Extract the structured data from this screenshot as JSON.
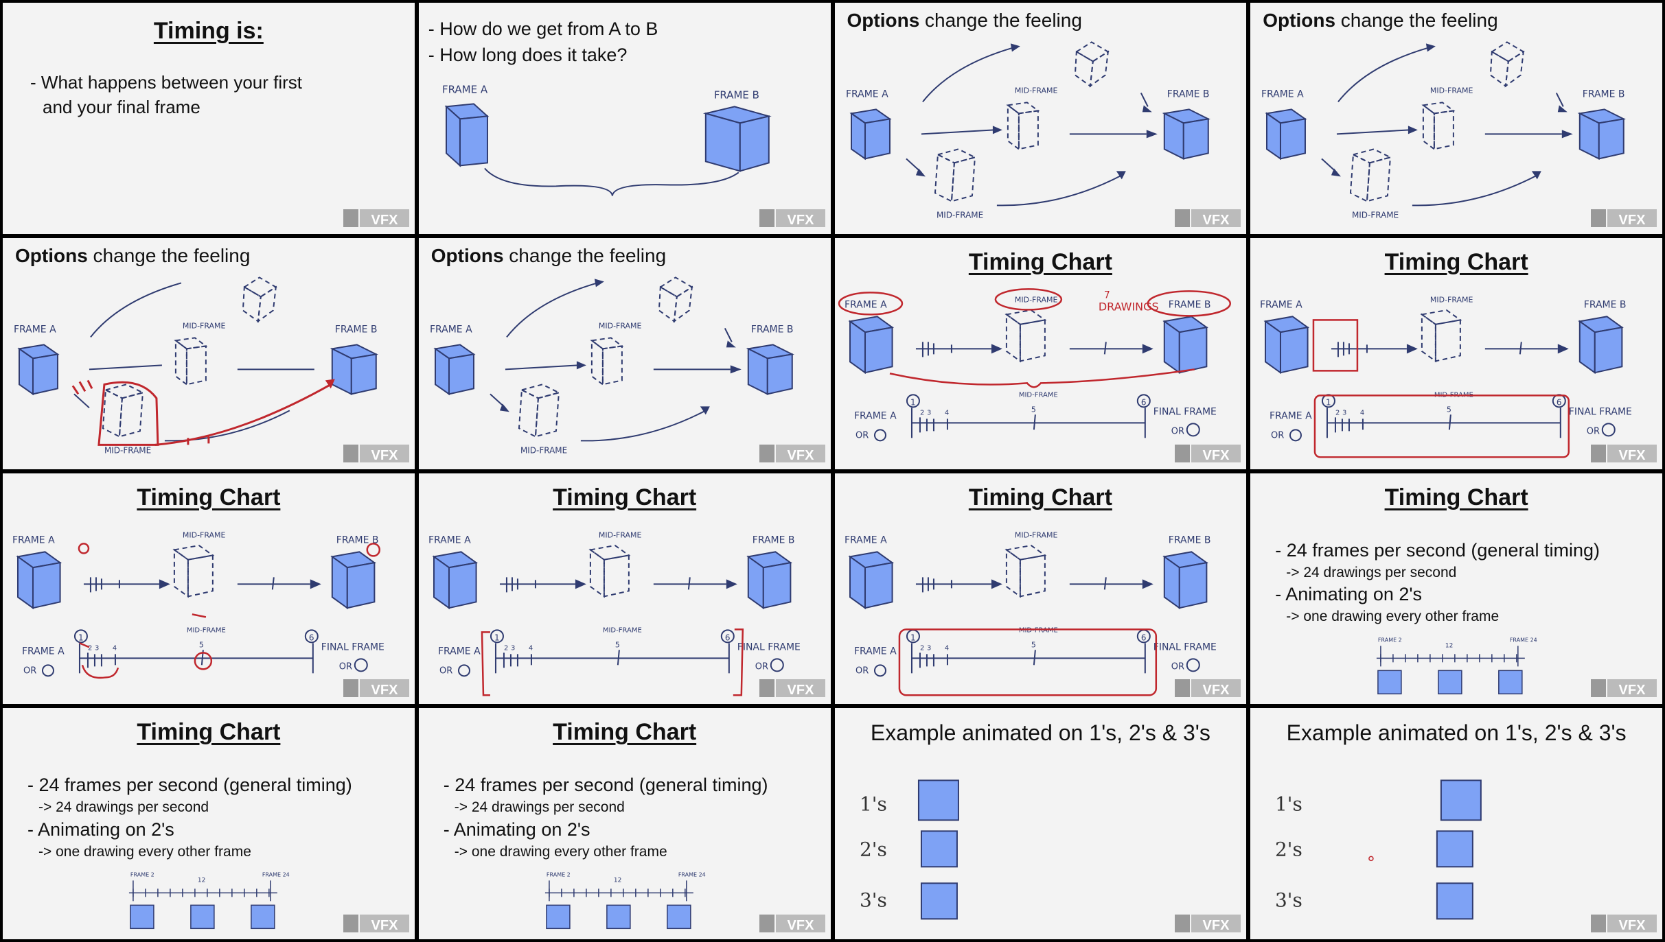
{
  "slides": {
    "s1": {
      "title": "Timing is:",
      "bullet_dash": "-",
      "bullet_line1": "What happens between your first",
      "bullet_line2": "and your final frame"
    },
    "s2": {
      "line1": "- How do we get from A to B",
      "line2": "- How long does it take?",
      "frame_a": "FRAME A",
      "frame_b": "FRAME B"
    },
    "options": {
      "title_bold": "Options",
      "title_rest": " change the feeling",
      "frame_a": "FRAME A",
      "frame_b": "FRAME B",
      "mid": "MID-FRAME"
    },
    "chart": {
      "title": "Timing Chart",
      "frame_a": "FRAME A",
      "frame_b": "FRAME B",
      "mid": "MID-FRAME",
      "drawings": "DRAWINGS",
      "drawings_count": "7",
      "final_frame": "FINAL FRAME",
      "or": "OR",
      "num_1": "1",
      "num_2": "2",
      "num_3": "3",
      "num_4": "4",
      "num_5": "5",
      "num_6": "6"
    },
    "fps": {
      "title": "Timing Chart",
      "main1": "- 24 frames per second (general timing)",
      "sub1": "-> 24 drawings per second",
      "main2": "- Animating on 2's",
      "sub2": "-> one drawing every other frame",
      "start_label": "FRAME 2",
      "mid_label": "12",
      "end_label": "FRAME 24"
    },
    "example": {
      "title": "Example animated on 1's, 2's & 3's",
      "row1": "1's",
      "row2": "2's",
      "row3": "3's"
    }
  },
  "colors": {
    "cube_fill": "#7ea2f5",
    "cube_stroke": "#2f3b70",
    "ink": "#2f3b70",
    "red": "#c0272d"
  },
  "logo": {
    "text": "VFX"
  }
}
